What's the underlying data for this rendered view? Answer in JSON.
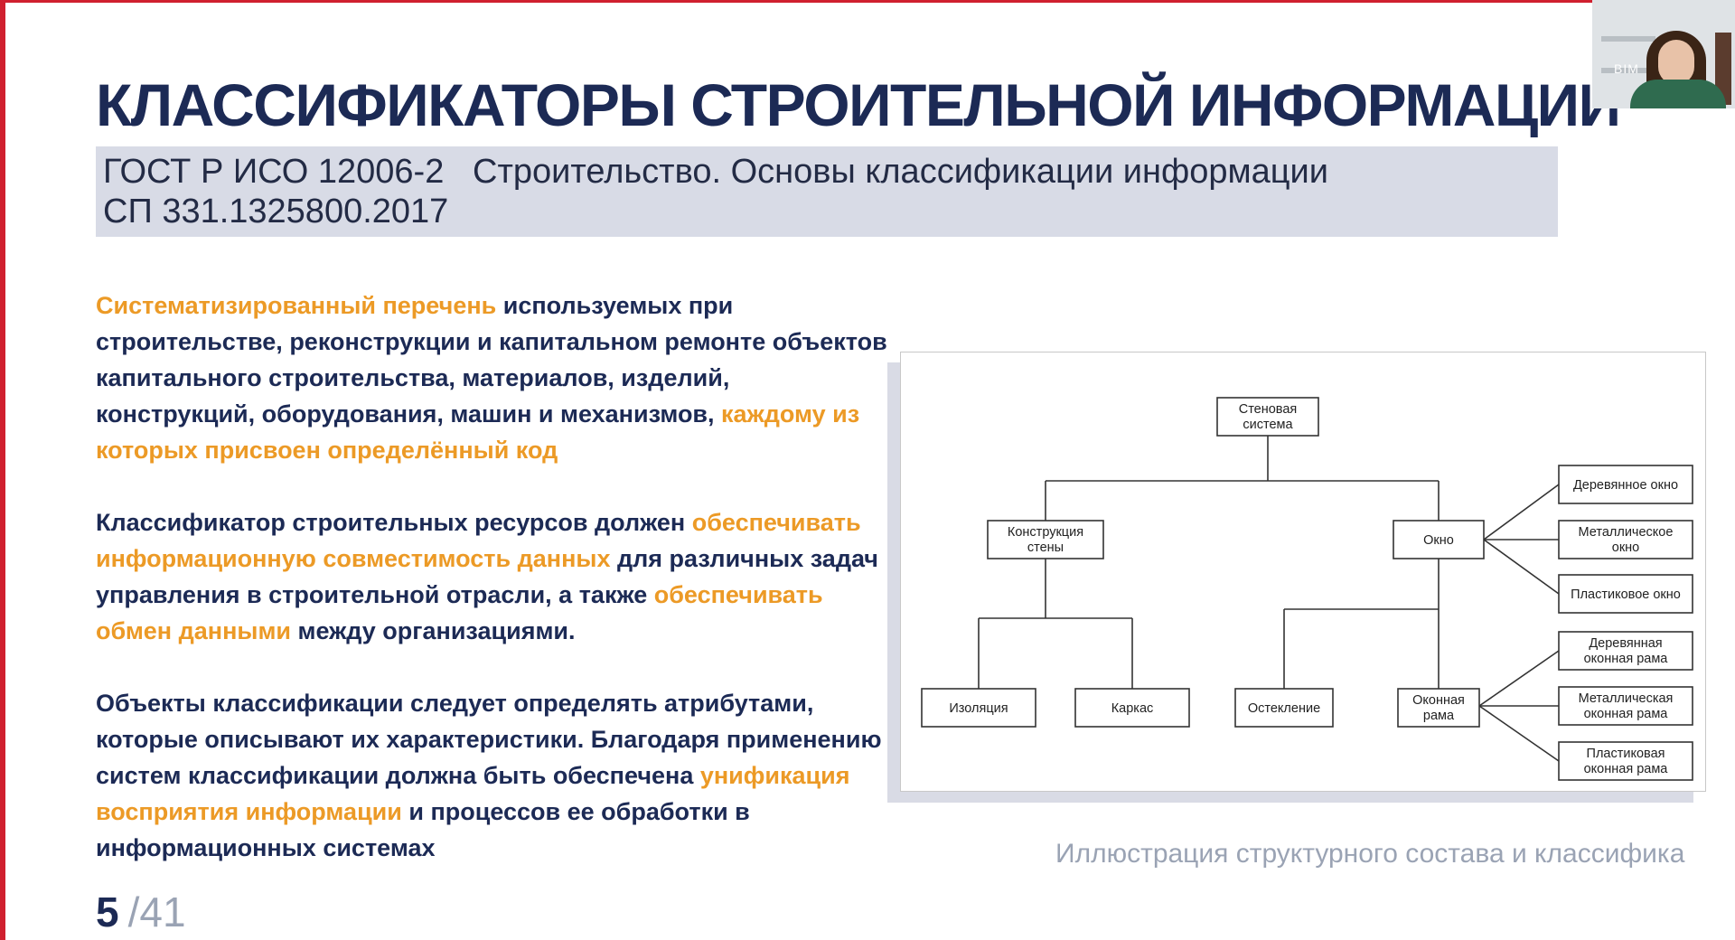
{
  "slide": {
    "title": "КЛАССИФИКАТОРЫ СТРОИТЕЛЬНОЙ ИНФОРМАЦИИ",
    "standards": [
      "ГОСТ Р ИСО 12006-2   Строительство. Основы классификации информации",
      "СП 331.1325800.2017"
    ],
    "paragraphs": [
      [
        {
          "text": "Систематизированный перечень",
          "highlight": true
        },
        {
          "text": " используемых при строительстве, реконструкции и капитальном ремонте объектов капитального строительства, материалов, изделий, конструкций, оборудования, машин и механизмов, ",
          "highlight": false
        },
        {
          "text": "каждому из которых присвоен определённый код",
          "highlight": true
        }
      ],
      [
        {
          "text": "Классификатор строительных ресурсов должен ",
          "highlight": false
        },
        {
          "text": "обеспечивать информационную совместимость данных",
          "highlight": true
        },
        {
          "text": " для различных задач управления в строительной отрасли, а также ",
          "highlight": false
        },
        {
          "text": "обеспечивать обмен данными",
          "highlight": true
        },
        {
          "text": " между организациями.",
          "highlight": false
        }
      ],
      [
        {
          "text": "Объекты классификации следует определять атрибутами, которые описывают их характеристики. Благодаря применению систем классификации должна быть обеспечена ",
          "highlight": false
        },
        {
          "text": "унификация восприятия информации",
          "highlight": true
        },
        {
          "text": " и процессов ее обработки в информационных системах",
          "highlight": false
        }
      ]
    ],
    "caption": "Иллюстрация структурного состава и классифика",
    "page": {
      "current": "5",
      "separator": "/",
      "total": "41"
    }
  },
  "diagram": {
    "nodes": {
      "root": [
        "Стеновая",
        "система"
      ],
      "wall_construction": [
        "Конструкция",
        "стены"
      ],
      "window": [
        "Окно"
      ],
      "insulation": [
        "Изоляция"
      ],
      "frame": [
        "Каркас"
      ],
      "glazing": [
        "Остекление"
      ],
      "window_frame": [
        "Оконная",
        "рама"
      ],
      "wood_window": [
        "Деревянное окно"
      ],
      "metal_window": [
        "Металлическое",
        "окно"
      ],
      "plastic_window": [
        "Пластиковое окно"
      ],
      "wood_frame": [
        "Деревянная",
        "оконная рама"
      ],
      "metal_frame": [
        "Металлическая",
        "оконная рама"
      ],
      "plastic_frame": [
        "Пластиковая",
        "оконная рама"
      ]
    }
  },
  "webcam": {
    "logo": "BIM"
  },
  "colors": {
    "title": "#1c2a55",
    "highlight": "#ec9a26",
    "accent_border": "#d0202f",
    "standards_bg": "#d8dbe6",
    "muted": "#9aa3b4"
  }
}
